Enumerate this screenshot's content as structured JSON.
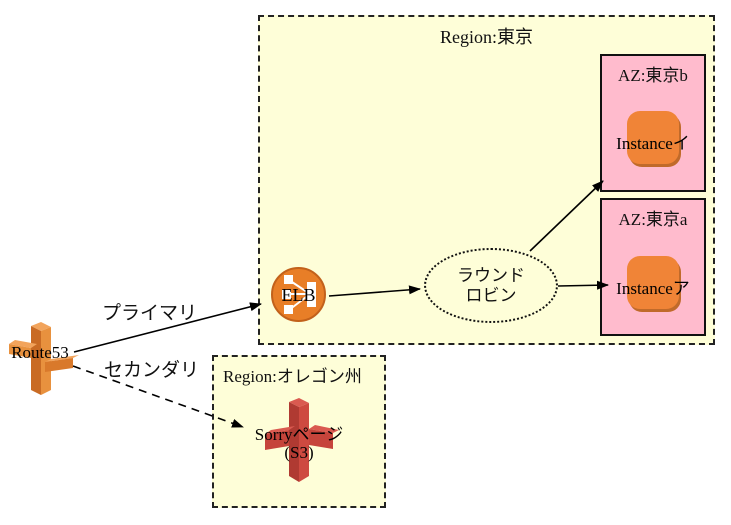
{
  "colors": {
    "region_bg": "#FEFED8",
    "az_bg": "#FFBBCD",
    "instance_orange": "#F08437",
    "instance_shadow": "#C06A2A",
    "elb_orange": "#E87E27",
    "elb_rim": "#C2611B",
    "s3_red": "#C6443B",
    "route53_orange": "#E8913E"
  },
  "route53": {
    "label": "Route53"
  },
  "edges": {
    "primary": "プライマリ",
    "secondary": "セカンダリ"
  },
  "tokyo": {
    "title": "Region:東京",
    "elb_label": "ELB",
    "round_robin": {
      "line1": "ラウンド",
      "line2": "ロビン"
    },
    "az_b": {
      "title": "AZ:東京b",
      "instance": "Instanceイ"
    },
    "az_a": {
      "title": "AZ:東京a",
      "instance": "Instanceア"
    }
  },
  "oregon": {
    "title": "Region:オレゴン州",
    "sorry": {
      "line1": "Sorryページ",
      "line2": "(S3)"
    }
  }
}
